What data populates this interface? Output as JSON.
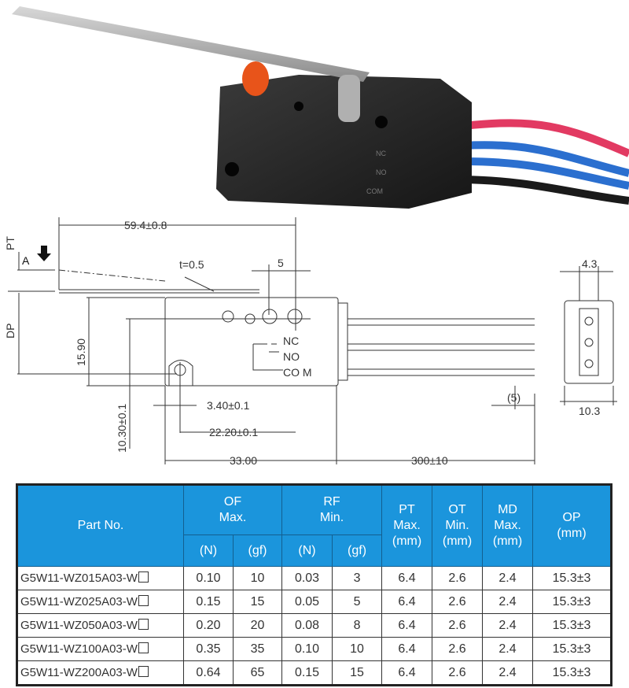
{
  "photo": {
    "terminal_labels": [
      "NC",
      "NO",
      "COM"
    ],
    "wire_colors": [
      "#e23a62",
      "#2b6fcf",
      "#2b6fcf",
      "#1a1a1a"
    ],
    "actuator_color": "#e8541a"
  },
  "drawing": {
    "overall_length": "59.4±0.8",
    "pt_label": "PT",
    "dp_label": "DP",
    "arrow_label": "A",
    "thickness": "t=0.5",
    "roller_offset": "5",
    "height": "15.90",
    "nc": "NC",
    "no": "NO",
    "com": "CO M",
    "hole_dia": "3.40±0.1",
    "hole_spacing": "22.20±0.1",
    "hole_height": "10.30±0.1",
    "body_length": "33.00",
    "wire_length": "300±10",
    "strip_length": "(5)",
    "end_width_top": "4.3",
    "end_width": "10.3"
  },
  "table": {
    "header": {
      "part_no": "Part No.",
      "of": "OF",
      "of_sub": "Max.",
      "rf": "RF",
      "rf_sub": "Min.",
      "pt": [
        "PT",
        "Max.",
        "(mm)"
      ],
      "ot": [
        "OT",
        "Min.",
        "(mm)"
      ],
      "md": [
        "MD",
        "Max.",
        "(mm)"
      ],
      "op": [
        "OP",
        "(mm)"
      ],
      "n": "(N)",
      "gf": "(gf)"
    },
    "rows": [
      {
        "part": "G5W11-WZ015A03-W",
        "of_n": "0.10",
        "of_gf": "10",
        "rf_n": "0.03",
        "rf_gf": "3",
        "pt": "6.4",
        "ot": "2.6",
        "md": "2.4",
        "op": "15.3±3"
      },
      {
        "part": "G5W11-WZ025A03-W",
        "of_n": "0.15",
        "of_gf": "15",
        "rf_n": "0.05",
        "rf_gf": "5",
        "pt": "6.4",
        "ot": "2.6",
        "md": "2.4",
        "op": "15.3±3"
      },
      {
        "part": "G5W11-WZ050A03-W",
        "of_n": "0.20",
        "of_gf": "20",
        "rf_n": "0.08",
        "rf_gf": "8",
        "pt": "6.4",
        "ot": "2.6",
        "md": "2.4",
        "op": "15.3±3"
      },
      {
        "part": "G5W11-WZ100A03-W",
        "of_n": "0.35",
        "of_gf": "35",
        "rf_n": "0.10",
        "rf_gf": "10",
        "pt": "6.4",
        "ot": "2.6",
        "md": "2.4",
        "op": "15.3±3"
      },
      {
        "part": "G5W11-WZ200A03-W",
        "of_n": "0.64",
        "of_gf": "65",
        "rf_n": "0.15",
        "rf_gf": "15",
        "pt": "6.4",
        "ot": "2.6",
        "md": "2.4",
        "op": "15.3±3"
      }
    ]
  }
}
